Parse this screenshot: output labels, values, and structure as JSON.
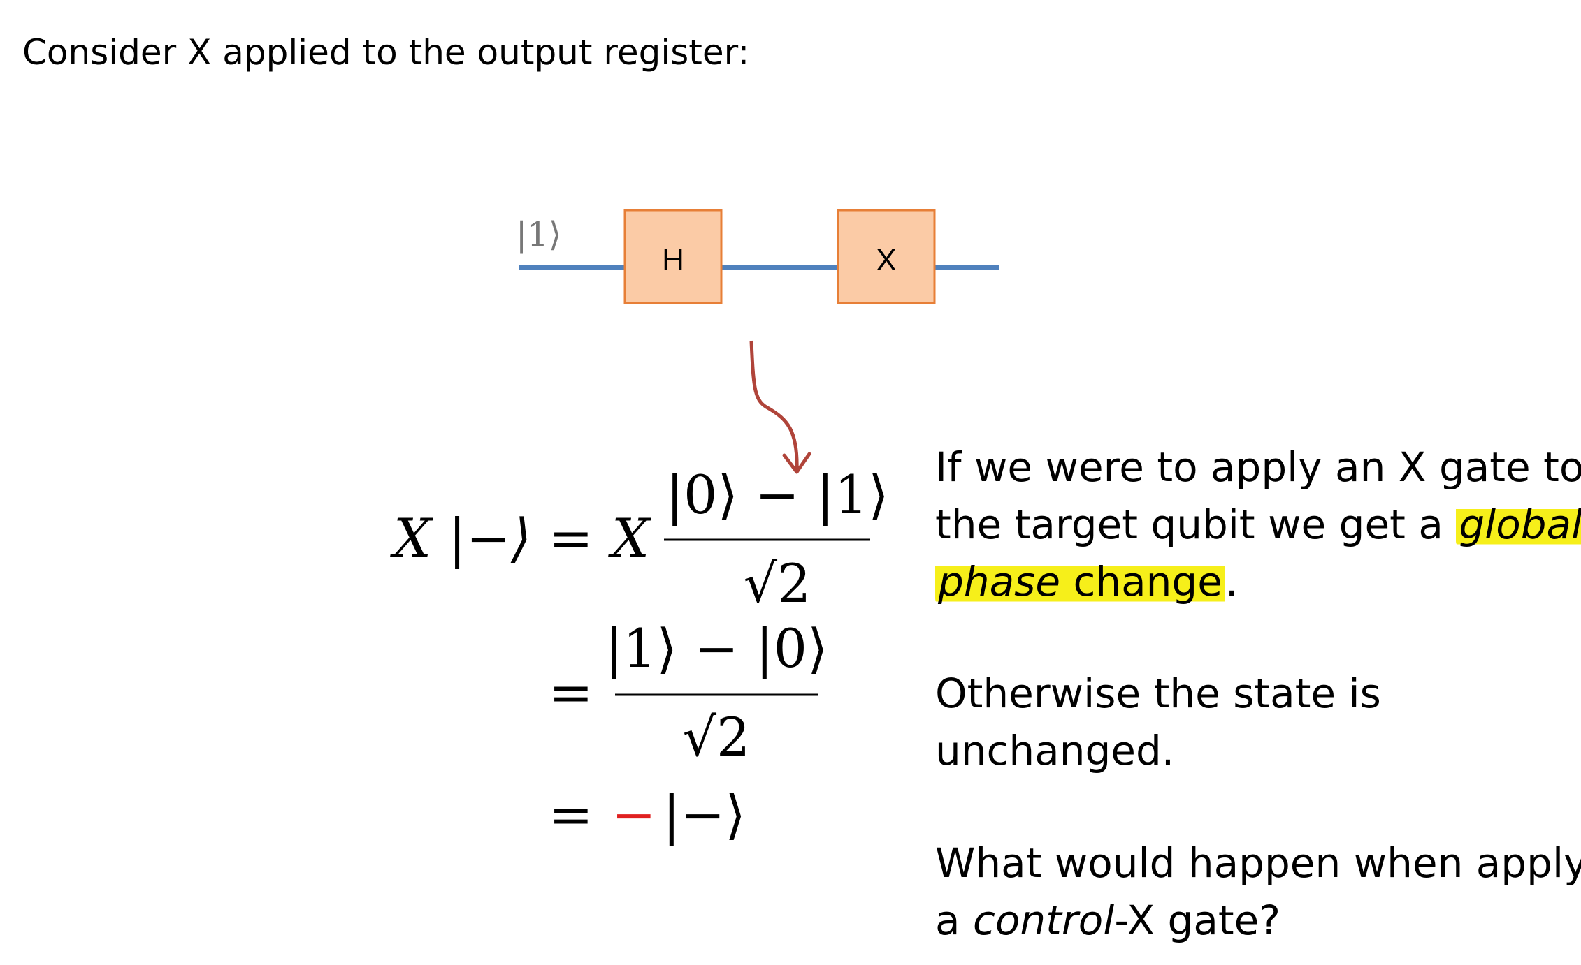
{
  "title": "Consider X applied to the output register:",
  "circuit": {
    "input_state": "|1⟩",
    "gates": [
      "H",
      "X"
    ],
    "wire_color": "#4f81bd",
    "gate_fill": "#fbcba6",
    "gate_stroke": "#e77f37",
    "arrow_color": "#b0443a"
  },
  "equation": {
    "lhs": "X |−⟩",
    "line1_operator": "X",
    "line1_numerator": "|0⟩ − |1⟩",
    "line1_denominator": "√2",
    "line2_numerator": "|1⟩ − |0⟩",
    "line2_denominator": "√2",
    "line3_sign": "−",
    "line3_state": "|−⟩",
    "equals": "=",
    "sign_color": "#e02020"
  },
  "explanation": {
    "p1_line1": "If we were to apply an X gate to",
    "p1_line2_prefix": "the target qubit we get a ",
    "p1_line2_highlight": "global",
    "p1_line3_highlight_italic": "phase",
    "p1_line3_highlight_rest": " change",
    "p1_line3_suffix": ".",
    "p2_line1": "Otherwise the state is",
    "p2_line2": "unchanged.",
    "p3_line1": "What would happen when apply",
    "p3_line2_prefix": "a ",
    "p3_line2_italic": "control",
    "p3_line2_suffix": "-X gate?",
    "highlight_color": "#f6ef1a"
  }
}
